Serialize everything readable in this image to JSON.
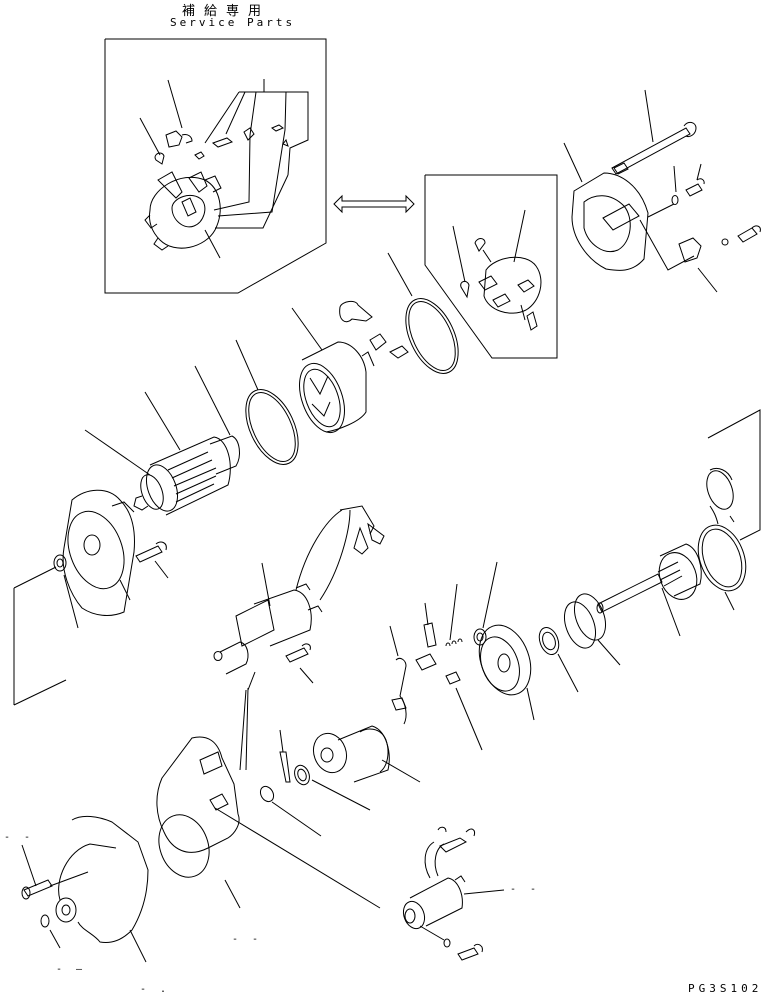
{
  "header": {
    "title_jp": "補給専用",
    "title_en": "Service Parts"
  },
  "footer": {
    "drawing_code": "PG3S102"
  },
  "diagram": {
    "type": "exploded-parts-view",
    "subject": "starter motor assembly",
    "line_color": "#000000",
    "background": "#ffffff",
    "callout_labels": [
      {
        "id": "callout-front-bolt",
        "text": "- -"
      },
      {
        "id": "callout-front-housing-gasket",
        "text": "- -"
      },
      {
        "id": "callout-front-plug",
        "text": "- —"
      },
      {
        "id": "callout-front-housing",
        "text": "- ."
      },
      {
        "id": "callout-magnetic-switch",
        "text": "- -"
      }
    ],
    "groups": [
      {
        "name": "service-parts-brush-holder-kit",
        "boxed": true
      },
      {
        "name": "brush-holder-alternative",
        "boxed": true
      },
      {
        "name": "rear-cover-group"
      },
      {
        "name": "armature-yoke-group"
      },
      {
        "name": "solenoid-group"
      },
      {
        "name": "clutch-gear-group"
      },
      {
        "name": "front-housing-group"
      }
    ]
  }
}
